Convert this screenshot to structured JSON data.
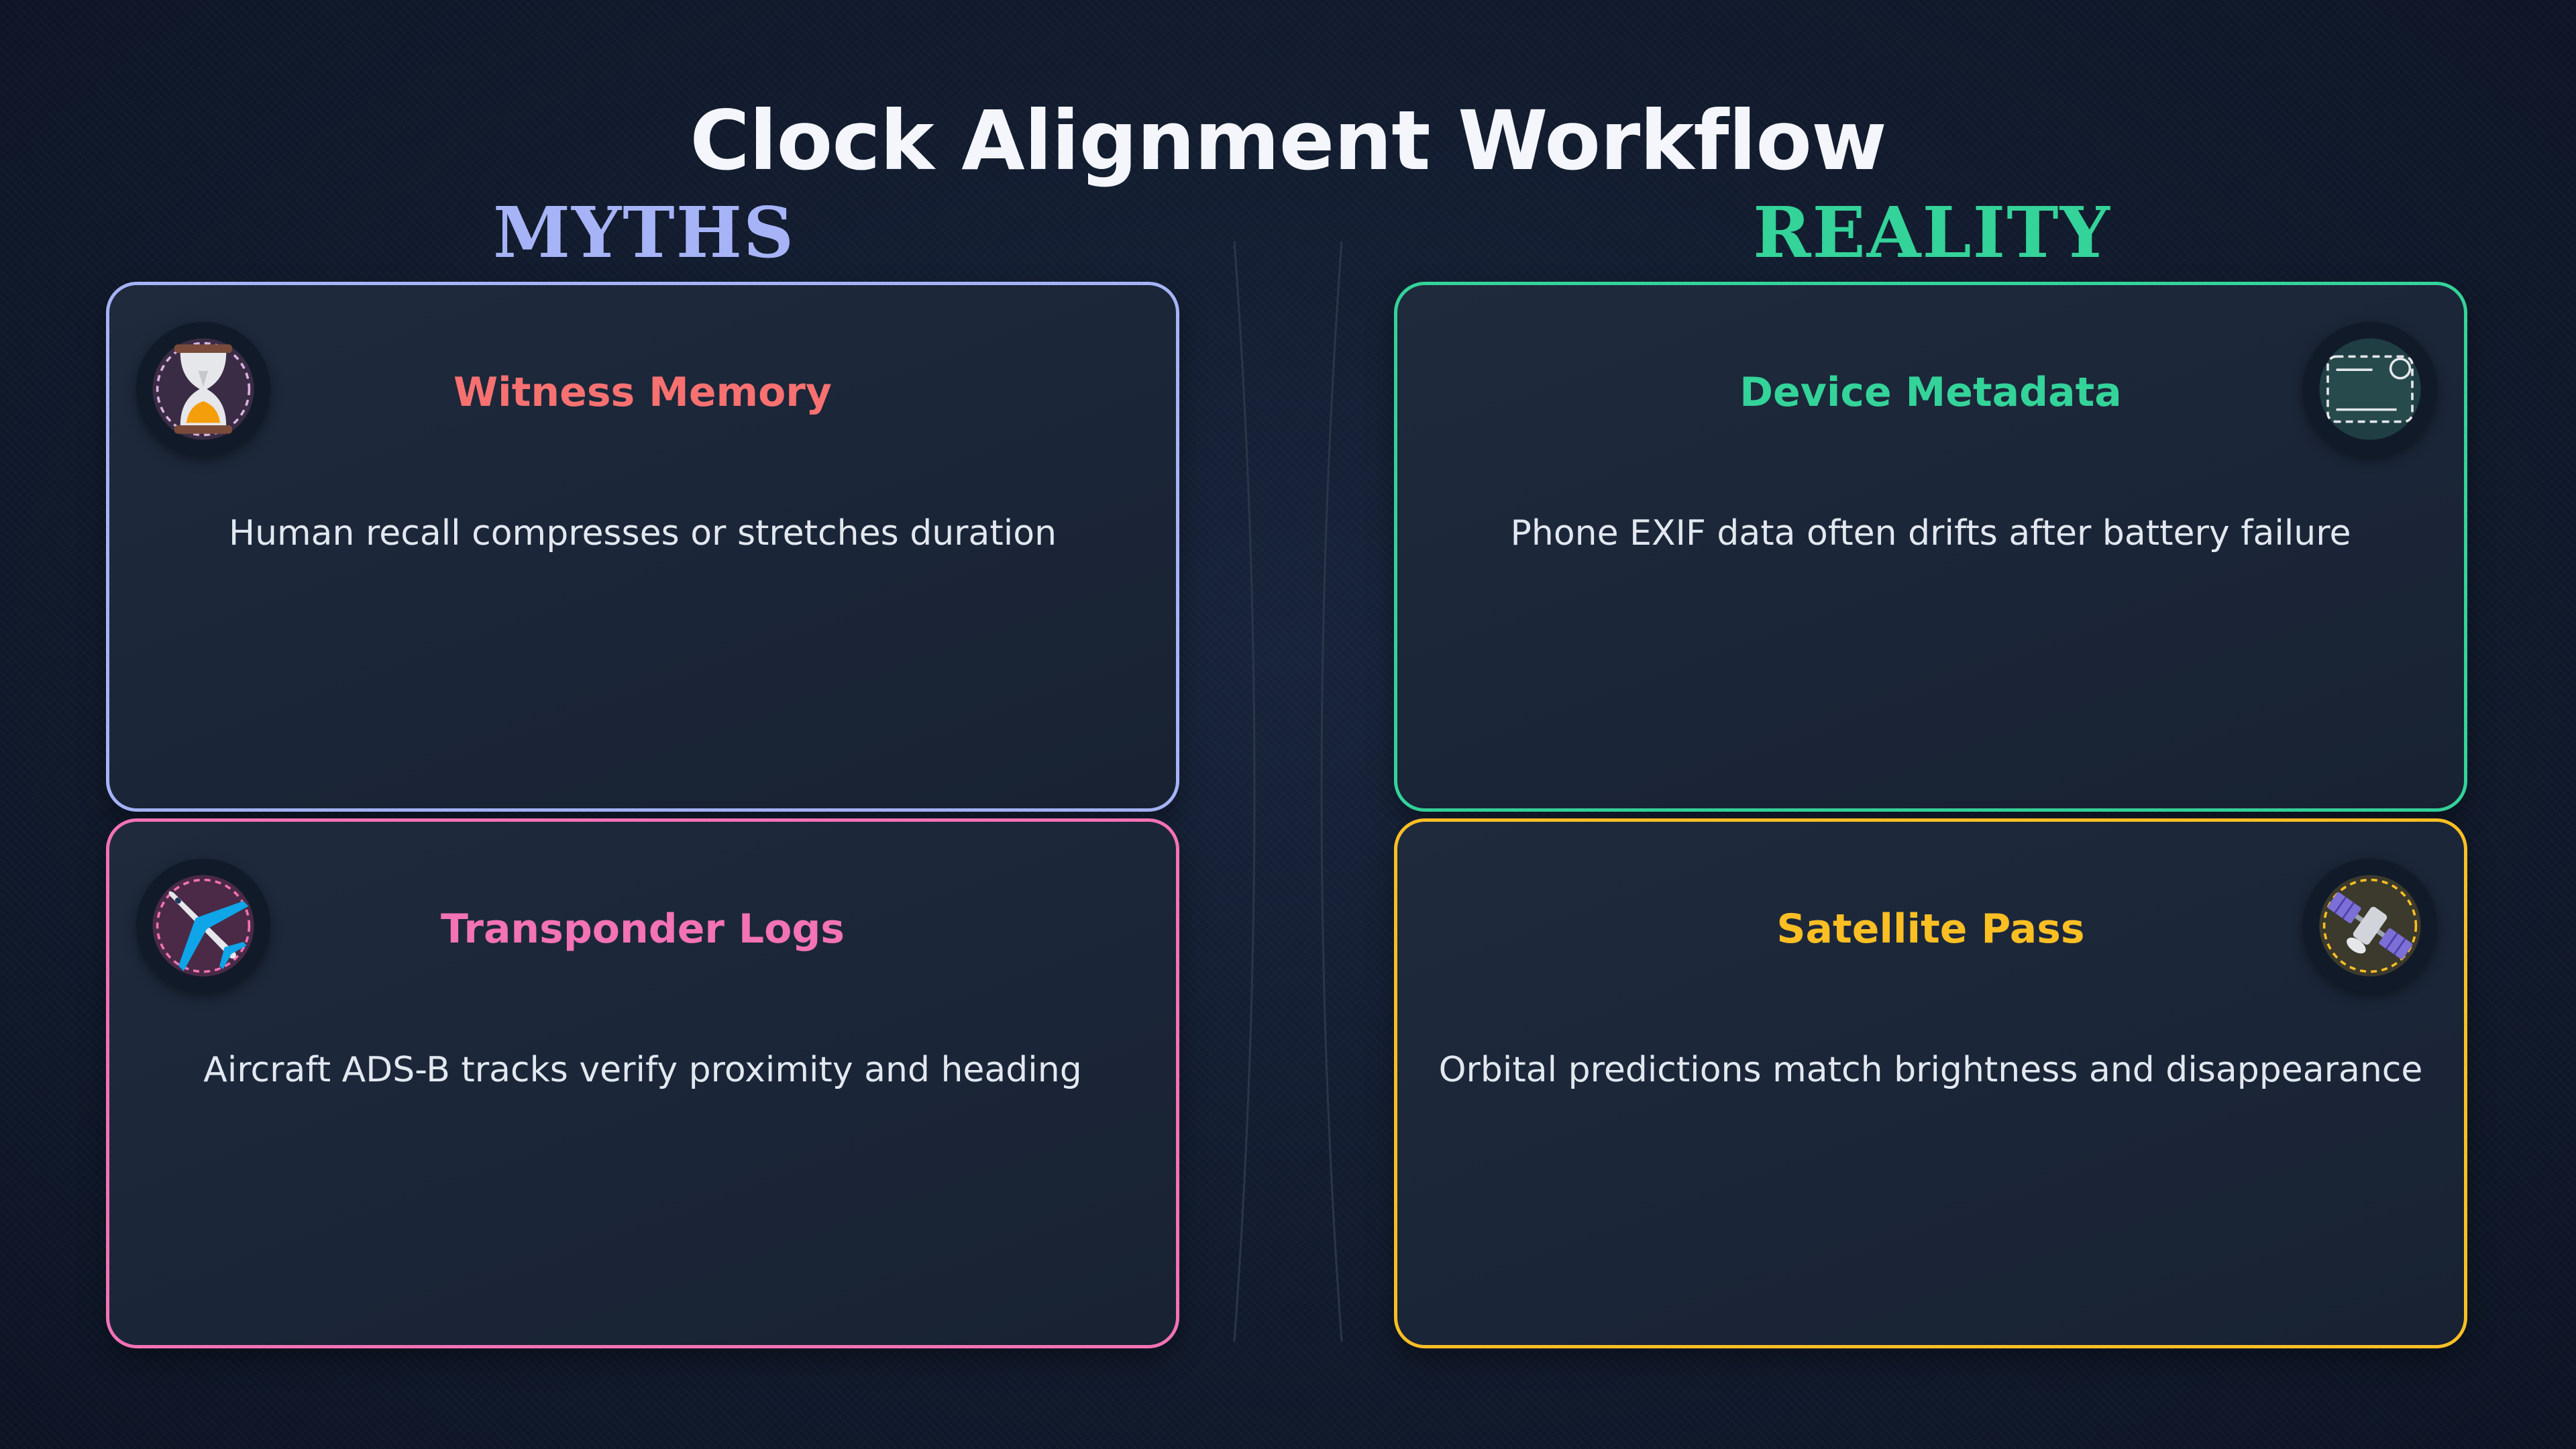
{
  "title": "Clock Alignment Workflow",
  "columns": {
    "myths": {
      "heading": "MYTHS",
      "color": "#a6b3f7"
    },
    "reality": {
      "heading": "REALITY",
      "color": "#34d399"
    }
  },
  "cards": [
    {
      "title": "Witness Memory",
      "description": "Human recall compresses or stretches duration",
      "title_color": "#f87171",
      "border_color": "#a6b3f7",
      "icon": "hourglass-icon"
    },
    {
      "title": "Transponder Logs",
      "description": "Aircraft ADS-B tracks verify proximity and heading",
      "title_color": "#f472b6",
      "border_color": "#f472b6",
      "icon": "airplane-icon"
    },
    {
      "title": "Device Metadata",
      "description": "Phone EXIF data often drifts after battery failure",
      "title_color": "#34d399",
      "border_color": "#34d399",
      "icon": "device-icon"
    },
    {
      "title": "Satellite Pass",
      "description": "Orbital predictions match brightness and disappearance",
      "title_color": "#fbbf24",
      "border_color": "#fbbf24",
      "icon": "satellite-icon"
    }
  ]
}
